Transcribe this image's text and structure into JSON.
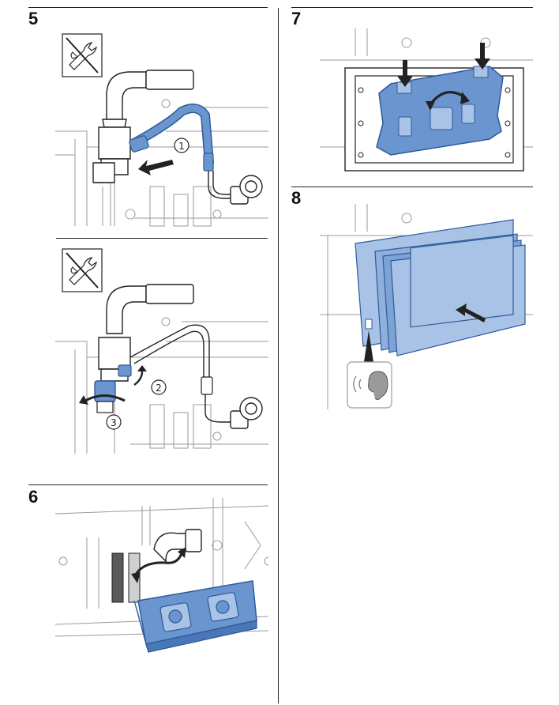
{
  "steps": {
    "s5": "5",
    "s6": "6",
    "s7": "7",
    "s8": "8"
  },
  "callouts": {
    "c1": "1",
    "c2": "2",
    "c3": "3"
  },
  "colors": {
    "line": "#222222",
    "light_line": "#9a9a9a",
    "part_blue": "#6a95cf",
    "part_blue_light": "#a9c3e6",
    "part_blue_dark": "#2d5a9a"
  },
  "icons": [
    "no-wrench-icon",
    "no-wrench-icon",
    "listen-ear-icon",
    "rotate-arrow-icon",
    "push-arrow-icon"
  ]
}
